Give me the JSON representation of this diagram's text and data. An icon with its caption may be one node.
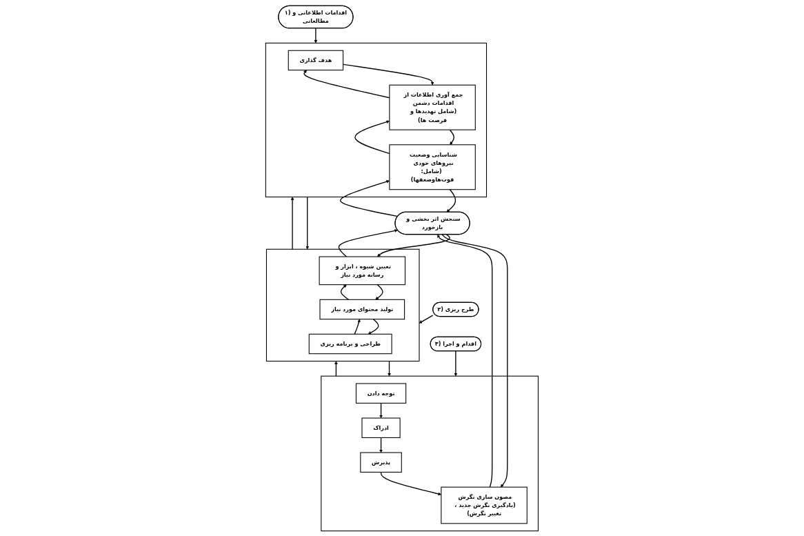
{
  "diagram": {
    "nodes": [
      {
        "text": [
          "۱)اقدامات اطلاعاتی و مطالعاتی"
        ]
      },
      {
        "text": [],
        "shape": "box"
      },
      {
        "text": [
          "هدف گذاری"
        ],
        "in": 1
      },
      {
        "text": [
          "جمع آوری اطلاعات از اقدامات دشمن (شامل تهدیدها و فرصت ها)"
        ],
        "in": 1
      },
      {
        "text": [
          "شناسایی وضعیت نیروهای خودی (شامل: قوت‌هاوضعفها)"
        ],
        "in": 1
      },
      {
        "text": [
          "۲) طرح ریزی"
        ]
      },
      {
        "text": [],
        "shape": "box"
      },
      {
        "text": [
          "طراحی و برنامه ریزی"
        ],
        "in": 6
      },
      {
        "text": [
          "تولید محتوای مورد نیاز"
        ],
        "in": 6
      },
      {
        "text": [
          "تعیین شیوه ، ابزار و رسانه مورد نیاز"
        ],
        "in": 6
      },
      {
        "text": [
          "۳) اقدام و اجرا"
        ]
      },
      {
        "text": [],
        "shape": "box"
      },
      {
        "text": [
          "توجه دادن"
        ],
        "in": 11
      },
      {
        "text": [
          "ادراک"
        ],
        "in": 11
      },
      {
        "text": [
          "پذیرش"
        ],
        "in": 11
      },
      {
        "text": [
          "مصون سازی نگرش (یادگیری نگرش جدید ، تغییر نگرش)"
        ],
        "in": 11
      },
      {
        "text": [
          "سنجش اثر بخشی و بازخورد"
        ]
      }
    ],
    "edges": [
      {
        "from": 0,
        "to": 1,
        "arrow": "to"
      },
      {
        "from": 2,
        "to": 3,
        "arrow": "to"
      },
      {
        "from": 3,
        "to": 2,
        "arrow": "to"
      },
      {
        "from": 3,
        "to": 4,
        "arrow": "to"
      },
      {
        "from": 4,
        "to": 3,
        "arrow": "to"
      },
      {
        "from": 5,
        "to": 6,
        "arrow": "to"
      },
      {
        "from": 7,
        "to": 8,
        "arrow": "to"
      },
      {
        "from": 8,
        "to": 7,
        "arrow": "to"
      },
      {
        "from": 8,
        "to": 9,
        "arrow": "to"
      },
      {
        "from": 9,
        "to": 8,
        "arrow": "to"
      },
      {
        "from": 10,
        "to": 11,
        "arrow": "to"
      },
      {
        "from": 12,
        "to": 13,
        "arrow": "to"
      },
      {
        "from": 13,
        "to": 14,
        "arrow": "to"
      },
      {
        "from": 14,
        "to": 15,
        "arrow": "to"
      },
      {
        "from": 1,
        "to": 6,
        "arrow": "to"
      },
      {
        "from": 6,
        "to": 1,
        "arrow": "to"
      },
      {
        "from": 6,
        "to": 11,
        "arrow": "to"
      },
      {
        "from": 11,
        "to": 6,
        "arrow": "to"
      },
      {
        "from": 9,
        "to": 16,
        "arrow": "to"
      },
      {
        "from": 16,
        "to": 9,
        "arrow": "to"
      },
      {
        "from": 16,
        "to": 15,
        "arrow": "to"
      },
      {
        "from": 15,
        "to": 16,
        "arrow": "to"
      },
      {
        "from": 4,
        "to": 16,
        "arrow": "to"
      },
      {
        "from": 16,
        "to": 4,
        "arrow": "to"
      }
    ]
  }
}
